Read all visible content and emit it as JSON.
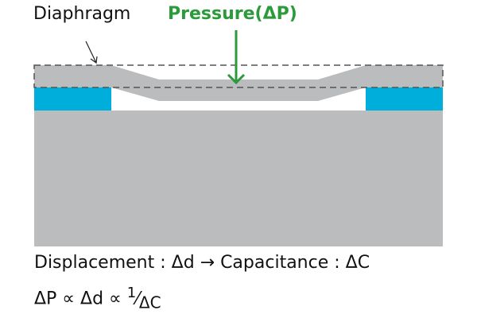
{
  "labels": {
    "diaphragm": "Diaphragm",
    "pressure": "Pressure(ΔP)",
    "line1": "Displacement : Δd  →  Capacitance : ΔC",
    "line2_prefix": "ΔP ∝ Δd ∝ ",
    "line2_num": "1",
    "line2_slash": "⁄",
    "line2_den": "ΔC"
  },
  "colors": {
    "gray": "#bbbcbe",
    "blue": "#00aedb",
    "green": "#2a9a3a",
    "dash": "#555555"
  }
}
